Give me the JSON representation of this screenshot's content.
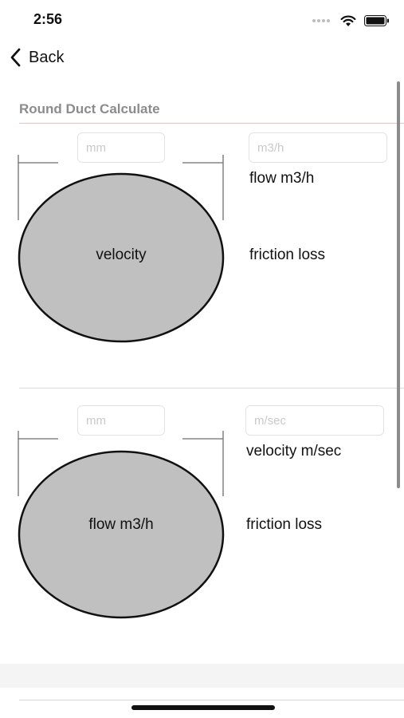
{
  "status_bar": {
    "time": "2:56",
    "icons": [
      "signal-dots-icon",
      "wifi-icon",
      "battery-icon"
    ]
  },
  "nav": {
    "back_label": "Back"
  },
  "section": {
    "title": "Round Duct Calculate"
  },
  "calc1": {
    "diameter_placeholder": "mm",
    "flow_placeholder": "m3/h",
    "flow_label": "flow m3/h",
    "circle_label": "velocity",
    "friction_label": "friction loss"
  },
  "calc2": {
    "diameter_placeholder": "mm",
    "velocity_placeholder": "m/sec",
    "velocity_label": "velocity m/sec",
    "circle_label": "flow m3/h",
    "friction_label": "friction loss"
  },
  "colors": {
    "circle_fill": "#c0c0c0",
    "title_rule": "#e5c4c4",
    "scrollbar": "#8b8b8b"
  }
}
